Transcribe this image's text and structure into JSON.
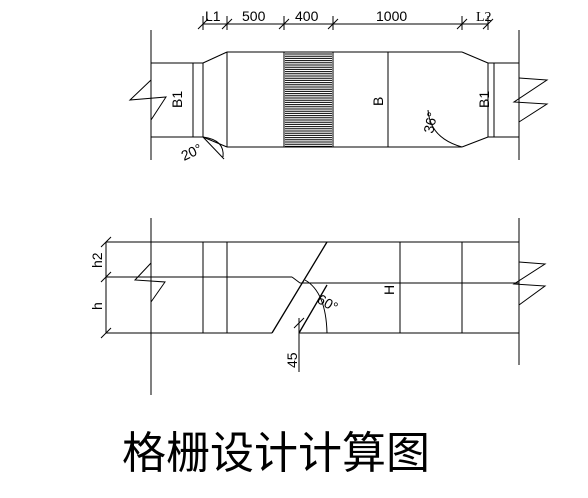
{
  "plan_view": {
    "labels": {
      "l1": "L1",
      "d500": "500",
      "d400": "400",
      "d1000": "1000",
      "l2": "L2",
      "b1_left": "B1",
      "b": "B",
      "b1_right": "B1",
      "angle_in": "20°",
      "angle_out": "36°"
    }
  },
  "section_view": {
    "labels": {
      "h2": "h2",
      "h": "h",
      "H": "H",
      "angle": "60°",
      "d45": "45"
    }
  },
  "caption": "格栅设计计算图"
}
